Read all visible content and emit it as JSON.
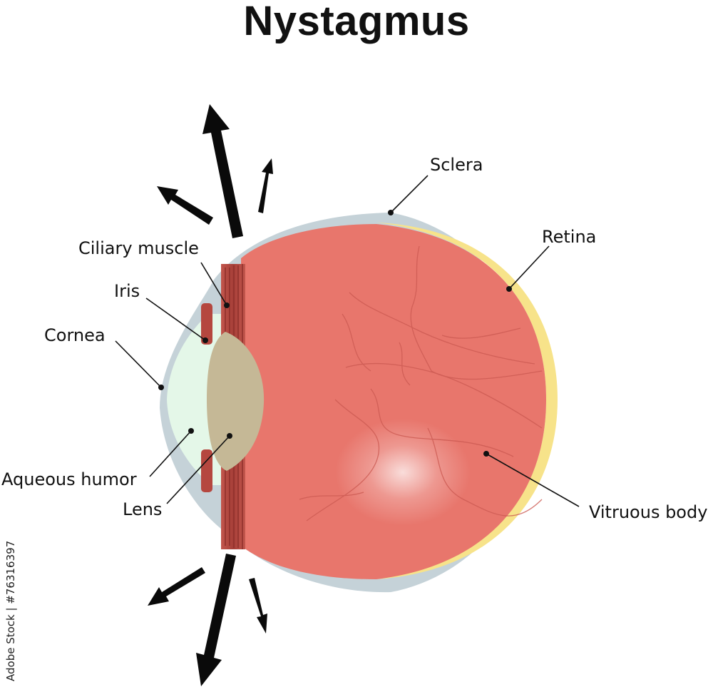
{
  "title": "Nystagmus",
  "labels": {
    "sclera": "Sclera",
    "retina": "Retina",
    "ciliary_muscle": "Ciliary muscle",
    "iris": "Iris",
    "cornea": "Cornea",
    "aqueous_humor": "Aqueous humor",
    "lens": "Lens",
    "vitreous_body": "Vitruous body"
  },
  "watermark": "Adobe Stock | #76316397",
  "colors": {
    "sclera": "#c5d2d8",
    "vitreous": "#e8766c",
    "retina": "#f7e38a",
    "lens": "#c5b896",
    "cornea_fluid": "#e4f7e8",
    "muscle": "#b5473f",
    "arrows": "#0a0a0a"
  }
}
